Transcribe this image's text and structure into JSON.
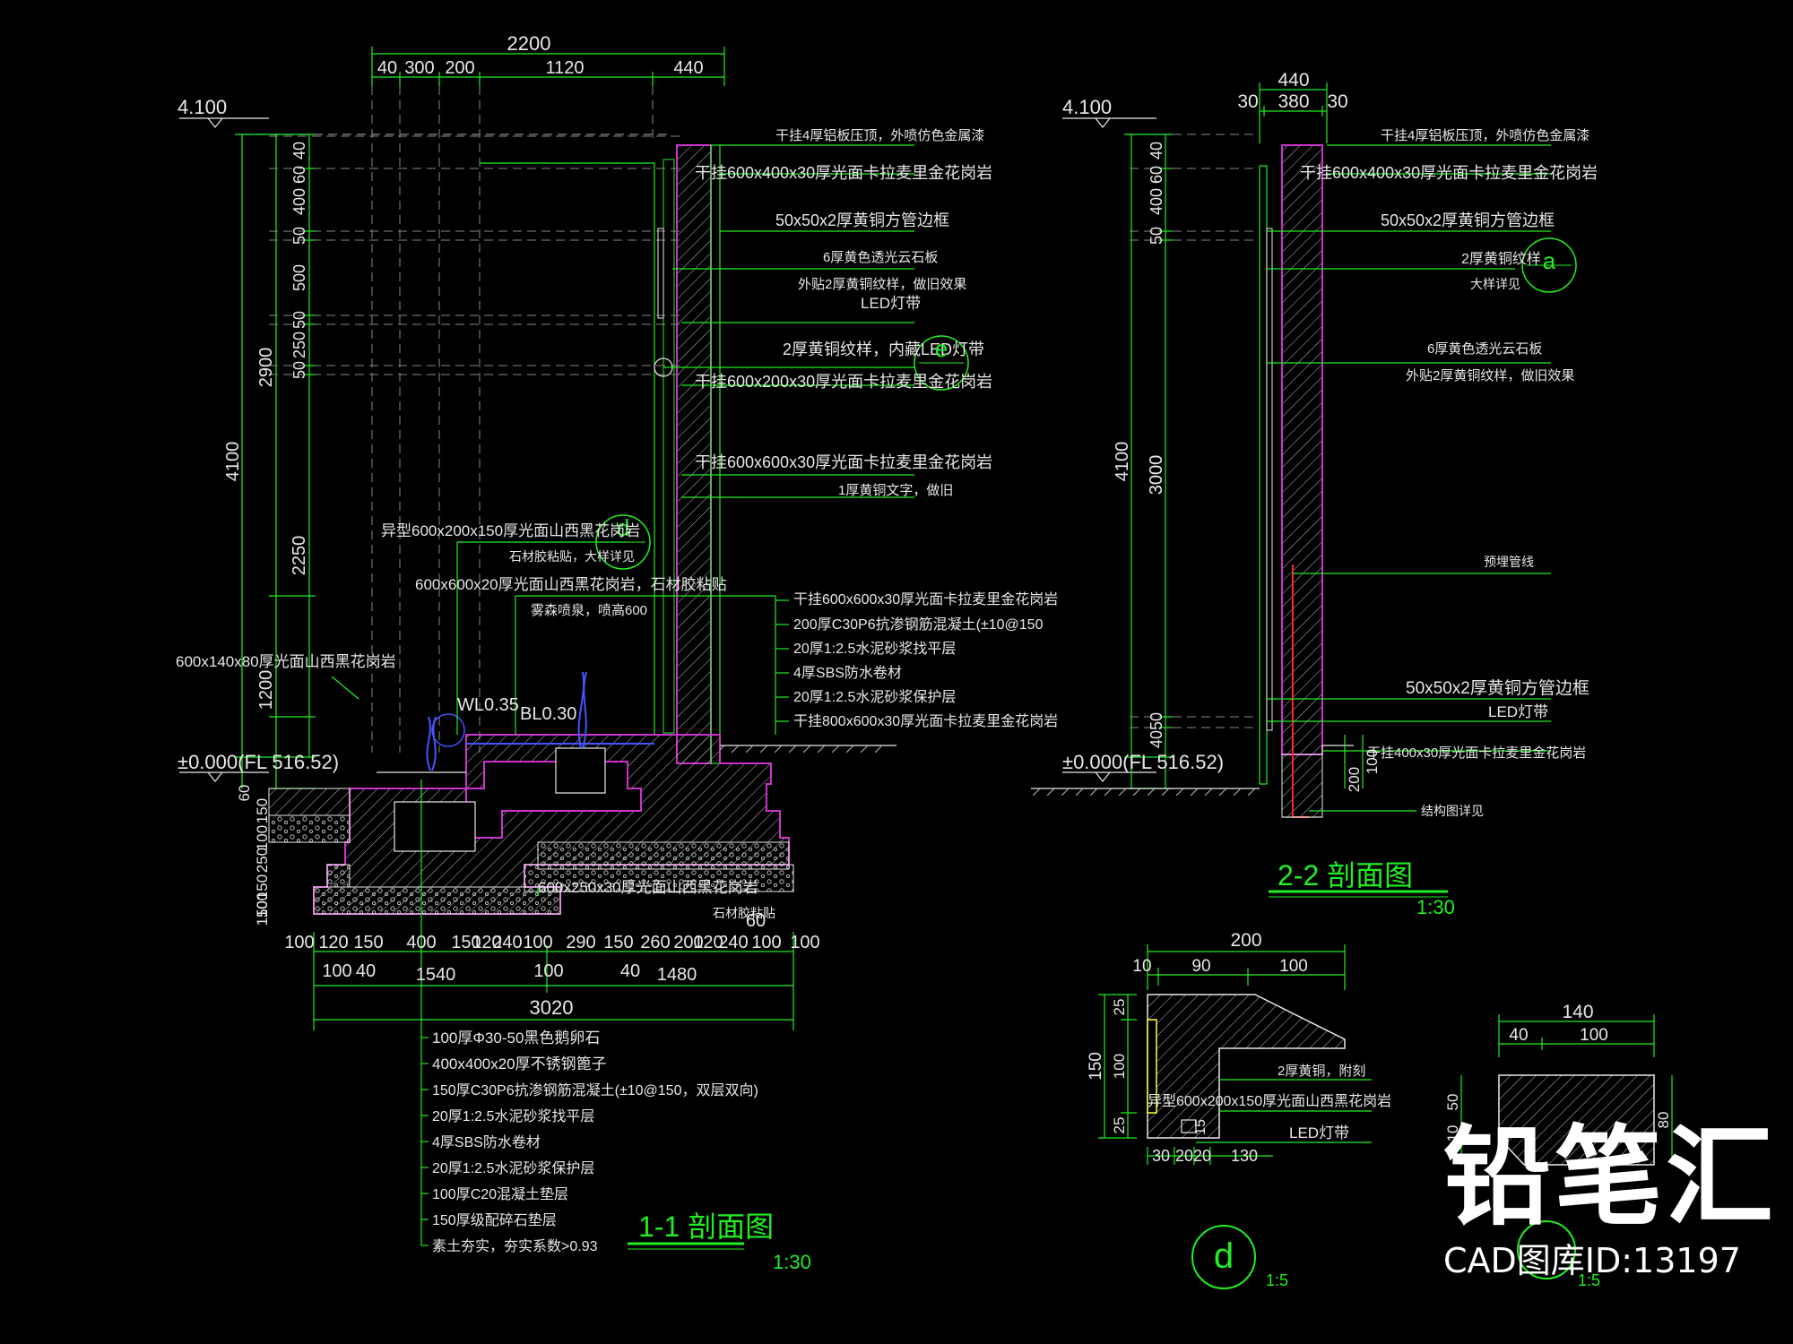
{
  "colors": {
    "green": "#22ee22",
    "magenta": "#cc33cc",
    "white": "#e8e8e8",
    "red": "#ff2222",
    "blue": "#4455ff",
    "dim": "#777777",
    "bg": "#000000"
  },
  "sec11": {
    "dims_top": [
      "2200",
      "40",
      "300",
      "200",
      "1120",
      "440"
    ],
    "level_top": "4.100",
    "level_floor": "±0.000(FL 516.52)",
    "left_dims": [
      "4100",
      "2900",
      "2250",
      "1200",
      "40",
      "60",
      "400",
      "50",
      "500",
      "50",
      "250",
      "50"
    ],
    "bottom_dims": [
      "100",
      "120",
      "150",
      "400",
      "150",
      "120",
      "240",
      "100",
      "290",
      "150",
      "260",
      "200",
      "120",
      "240",
      "100",
      "100"
    ],
    "bottom_dims2": [
      "100",
      "40",
      "1540",
      "100",
      "40",
      "1480"
    ],
    "total": "3020",
    "dim_60": "60",
    "left_small": [
      "60",
      "150",
      "100",
      "250",
      "150",
      "100",
      "150"
    ],
    "wl": "WL0.35",
    "bl": "BL0.30",
    "callouts_right": [
      "干挂4厚铝板压顶，外喷仿色金属漆",
      "干挂600x400x30厚光面卡拉麦里金花岗岩",
      "50x50x2厚黄铜方管边框",
      "6厚黄色透光云石板",
      "外贴2厚黄铜纹样，做旧效果",
      "LED灯带",
      "2厚黄铜纹样，内藏LED灯带",
      "干挂600x200x30厚光面卡拉麦里金花岗岩",
      "干挂600x600x30厚光面卡拉麦里金花岗岩",
      "1厚黄铜文字，做旧"
    ],
    "callout_e": "e",
    "callout_d": "d",
    "inner_labels": [
      "异型600x200x150厚光面山西黑花岗岩",
      "石材胶粘贴，大样详见",
      "600x600x20厚光面山西黑花岗岩，石材胶粘贴",
      "雾森喷泉，喷高600"
    ],
    "wall_layers": [
      "干挂600x600x30厚光面卡拉麦里金花岗岩",
      "200厚C30P6抗渗钢筋混凝土(±10@150",
      "20厚1:2.5水泥砂浆找平层",
      "4厚SBS防水卷材",
      "20厚1:2.5水泥砂浆保护层",
      "干挂800x600x30厚光面卡拉麦里金花岗岩"
    ],
    "edge_stone": "600x140x80厚光面山西黑花岗岩",
    "coping": "600x250x30厚光面山西黑花岗岩",
    "coping2": "石材胶粘贴",
    "base_layers": [
      "100厚Φ30-50黑色鹅卵石",
      "400x400x20厚不锈钢篦子",
      "150厚C30P6抗渗钢筋混凝土(±10@150，双层双向)",
      "20厚1:2.5水泥砂浆找平层",
      "4厚SBS防水卷材",
      "20厚1:2.5水泥砂浆保护层",
      "100厚C20混凝土垫层",
      "150厚级配碎石垫层",
      "素土夯实，夯实系数>0.93"
    ],
    "title": "1-1 剖面图",
    "scale": "1:30"
  },
  "sec22": {
    "dims_top": [
      "440",
      "30",
      "380",
      "30"
    ],
    "level_top": "4.100",
    "level_floor": "±0.000(FL 516.52)",
    "left_dims": [
      "4100",
      "3000",
      "40",
      "60",
      "400",
      "50",
      "40",
      "50"
    ],
    "right_dims": [
      "200",
      "100"
    ],
    "callouts": [
      "干挂4厚铝板压顶，外喷仿色金属漆",
      "干挂600x400x30厚光面卡拉麦里金花岗岩",
      "50x50x2厚黄铜方管边框",
      "2厚黄铜纹样",
      "大样详见",
      "6厚黄色透光云石板",
      "外贴2厚黄铜纹样，做旧效果",
      "预埋管线",
      "50x50x2厚黄铜方管边框",
      "LED灯带",
      "干挂400x30厚光面卡拉麦里金花岗岩",
      "结构图详见"
    ],
    "callout_a": "a",
    "title": "2-2 剖面图",
    "scale": "1:30"
  },
  "detd": {
    "dims": [
      "200",
      "10",
      "90",
      "100",
      "150",
      "25",
      "100",
      "25",
      "30",
      "20",
      "20",
      "130",
      "15"
    ],
    "labels": [
      "2厚黄铜，附刻",
      "异型600x200x150厚光面山西黑花岗岩",
      "LED灯带"
    ],
    "letter": "d",
    "scale": "1:5"
  },
  "dete": {
    "dims": [
      "140",
      "40",
      "100",
      "50",
      "10",
      "80"
    ],
    "scale": "1:5"
  },
  "brand": {
    "name": "铅笔汇",
    "gallery": "CAD图库ID:13197"
  }
}
